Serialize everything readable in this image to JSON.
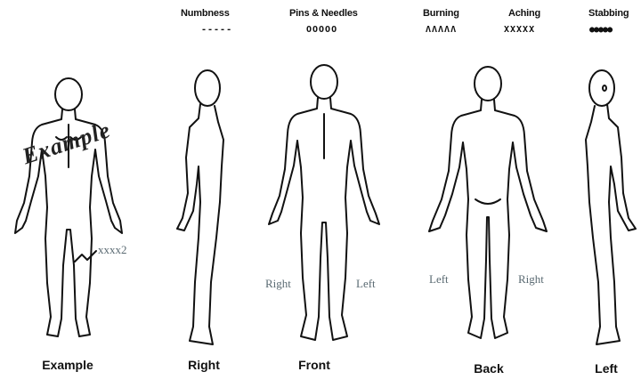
{
  "legend": {
    "numbness": {
      "label": "Numbness",
      "symbol": "-----"
    },
    "pins_needles": {
      "label": "Pins & Needles",
      "symbol": "OOOOO"
    },
    "burning": {
      "label": "Burning",
      "symbol": "ΛΛΛΛΛ"
    },
    "aching": {
      "label": "Aching",
      "symbol": "XXXXX"
    },
    "stabbing": {
      "label": "Stabbing",
      "symbol": "●●●●●"
    }
  },
  "figures": {
    "example": {
      "label": "Example",
      "script": "Example",
      "note": "xxxx2"
    },
    "right": {
      "label": "Right"
    },
    "front": {
      "label": "Front",
      "side_left": "Right",
      "side_right": "Left"
    },
    "back": {
      "label": "Back",
      "side_left": "Left",
      "side_right": "Right"
    },
    "left": {
      "label": "Left"
    }
  },
  "colors": {
    "outline": "#111111",
    "annotation": "#5a6a72"
  }
}
